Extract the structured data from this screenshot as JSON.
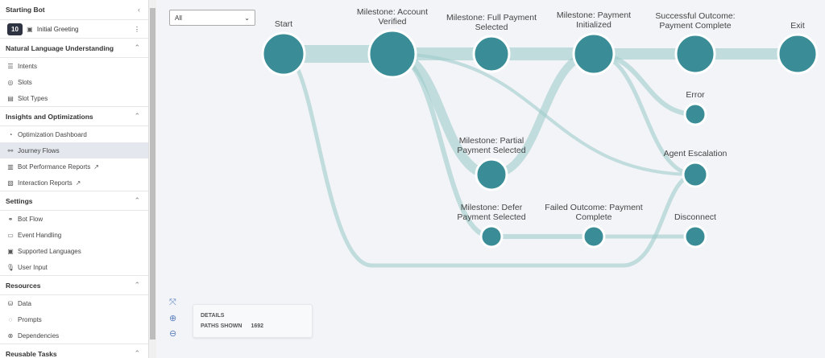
{
  "sidebar": {
    "starting_bot": "Starting Bot",
    "bot": {
      "badge": "10",
      "name": "Initial Greeting"
    },
    "sections": [
      {
        "title": "Natural Language Understanding",
        "items": [
          {
            "label": "Intents",
            "icon": "intents-icon"
          },
          {
            "label": "Slots",
            "icon": "slots-icon"
          },
          {
            "label": "Slot Types",
            "icon": "slot-types-icon"
          }
        ]
      },
      {
        "title": "Insights and Optimizations",
        "items": [
          {
            "label": "Optimization Dashboard",
            "icon": "dashboard-icon"
          },
          {
            "label": "Journey Flows",
            "icon": "journey-icon",
            "active": true
          },
          {
            "label": "Bot Performance Reports",
            "icon": "chart-icon",
            "external": true
          },
          {
            "label": "Interaction Reports",
            "icon": "report-icon",
            "external": true
          }
        ]
      },
      {
        "title": "Settings",
        "items": [
          {
            "label": "Bot Flow",
            "icon": "bot-flow-icon"
          },
          {
            "label": "Event Handling",
            "icon": "event-icon"
          },
          {
            "label": "Supported Languages",
            "icon": "language-icon"
          },
          {
            "label": "User Input",
            "icon": "microphone-icon"
          }
        ]
      },
      {
        "title": "Resources",
        "items": [
          {
            "label": "Data",
            "icon": "database-icon"
          },
          {
            "label": "Prompts",
            "icon": "prompt-icon"
          },
          {
            "label": "Dependencies",
            "icon": "dependencies-icon"
          }
        ]
      },
      {
        "title": "Reusable Tasks",
        "items": []
      }
    ]
  },
  "filter": {
    "value": "All"
  },
  "flow": {
    "node_color": "#3a8d96",
    "link_color": "#9fcbcc",
    "nodes": [
      "Start",
      "Milestone: Account Verified",
      "Milestone: Full Payment Selected",
      "Milestone: Payment Initialized",
      "Successful Outcome: Payment Complete",
      "Exit",
      "Error",
      "Milestone: Partial Payment Selected",
      "Agent Escalation",
      "Milestone: Defer Payment Selected",
      "Failed Outcome: Payment Complete",
      "Disconnect"
    ]
  },
  "details": {
    "title": "DETAILS",
    "paths_label": "PATHS SHOWN",
    "paths_value": "1692"
  }
}
